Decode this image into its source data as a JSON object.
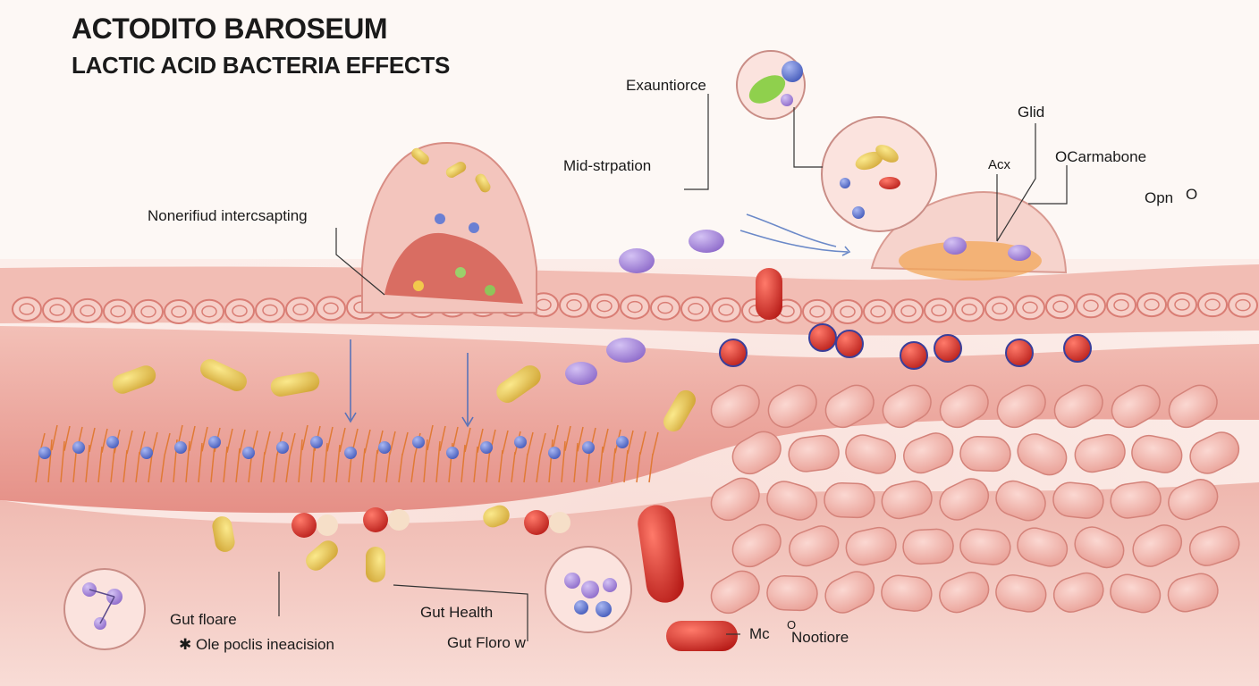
{
  "header": {
    "title": "ACTODITO BAROSEUM",
    "subtitle": "LACTIC ACID BACTERIA EFFECTS"
  },
  "labels": {
    "exauntiorce": "Exauntiorce",
    "mid_strpation": "Mid-strpation",
    "nonerifiud": "Nonerifiud intercsapting",
    "glid": "Glid",
    "acx": "Acx",
    "ocarmabone": "OCarmabone",
    "opn": "Opn",
    "o": "O",
    "gut_floare": "Gut floare",
    "ole_poclis": "Ole poclis ineacision",
    "gut_health": "Gut Health",
    "gut_floro": "Gut Floro w",
    "mc": "Mc",
    "o_small": "O",
    "nootiore": "Nootiore"
  },
  "colors": {
    "tissue": "#efb3ab",
    "tissue_dark": "#d9736b",
    "cell_ring": "#e8938b",
    "bacteria_yellow": "#e6c452",
    "bacteria_purple": "#a98ad8",
    "bacteria_blue": "#6a7fd3",
    "red_cell": "#d9302a",
    "villi": "#e07a35"
  }
}
